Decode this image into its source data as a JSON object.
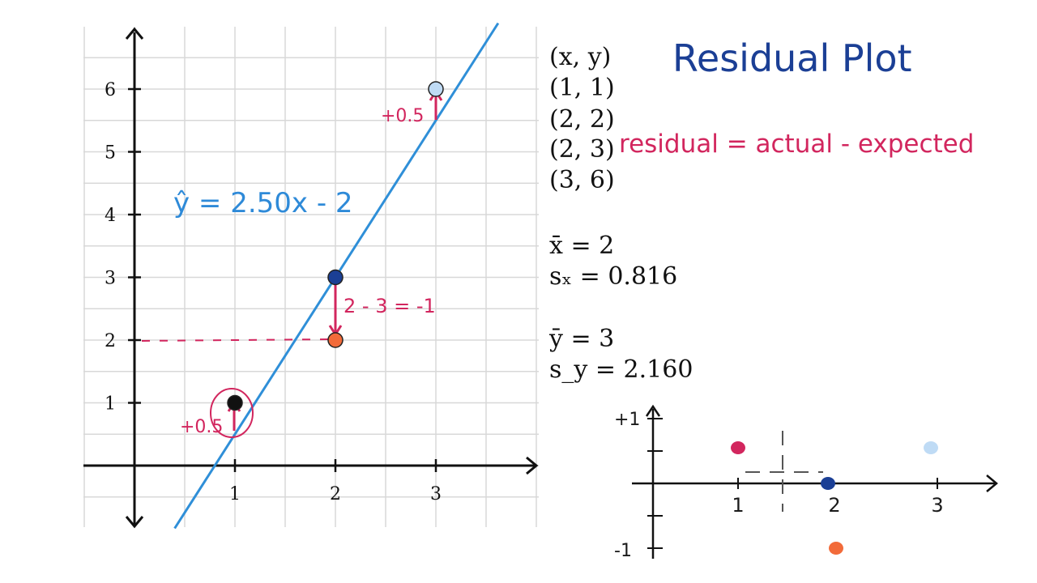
{
  "title": "Residual Plot",
  "points": [
    {
      "x": 1,
      "y": 1,
      "label": "(1, 1)",
      "color": "#111111"
    },
    {
      "x": 2,
      "y": 2,
      "label": "(2, 2)",
      "color": "#f26b3a"
    },
    {
      "x": 2,
      "y": 3,
      "label": "(2, 3)",
      "color": "#1b3f95"
    },
    {
      "x": 3,
      "y": 6,
      "label": "(3, 6)",
      "color": "#bfdbf5"
    }
  ],
  "points_header": "(x, y)",
  "stats": {
    "xbar": "x̄ = 2",
    "sx": "sₓ = 0.816",
    "ybar": "ȳ = 3",
    "sy": "s_y = 2.160"
  },
  "regression_line": {
    "equation": "ŷ = 2.50x - 2",
    "slope": 2.5,
    "intercept": -2,
    "color": "#2f8fd8"
  },
  "residual_formula": "residual = actual - expected",
  "annotations": {
    "res_1": "+0.5",
    "res_2": "2 - 3 = -1",
    "res_3": "+0.5"
  },
  "main_axes": {
    "y_ticks": [
      "1",
      "2",
      "3",
      "4",
      "5",
      "6"
    ],
    "x_ticks": [
      "1",
      "2",
      "3"
    ]
  },
  "residual_axes": {
    "y_ticks": [
      "+1",
      "-1"
    ],
    "x_ticks": [
      "1",
      "2",
      "3"
    ]
  },
  "residuals": [
    {
      "x": 1,
      "r": 0.5,
      "color": "#d2265e"
    },
    {
      "x": 2,
      "r": -1,
      "color": "#f26b3a"
    },
    {
      "x": 2,
      "r": 0,
      "color": "#1b3f95"
    },
    {
      "x": 3,
      "r": 0.5,
      "color": "#bfdbf5"
    }
  ],
  "colors": {
    "grid": "#d8d8d8",
    "axis": "#111111",
    "red": "#d2265e",
    "dark_blue": "#1b3f95",
    "line_blue": "#2f8fd8"
  }
}
